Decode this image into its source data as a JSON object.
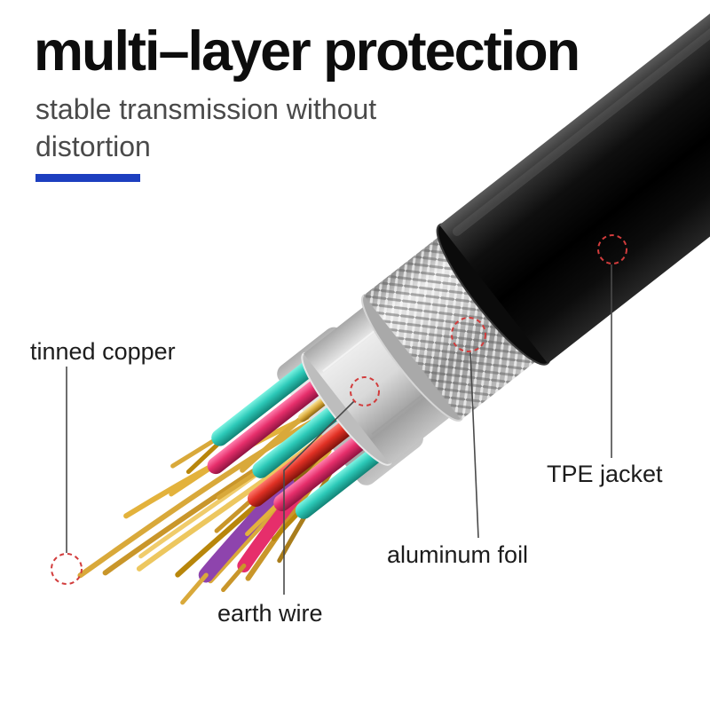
{
  "header": {
    "title": "multi–layer protection",
    "subtitle": "stable transmission without distortion",
    "accent_color": "#1d3fbf"
  },
  "callouts": {
    "tinned_copper": "tinned copper",
    "tpe_jacket": "TPE jacket",
    "aluminum_foil": "aluminum foil",
    "earth_wire": "earth wire",
    "highlight_color": "#d23c3c",
    "line_color": "#4a4a4a"
  },
  "illustration": {
    "layers": [
      {
        "name": "tpe-jacket",
        "color": "#0a0a0a"
      },
      {
        "name": "braided-shield",
        "color": "#bfbfbf"
      },
      {
        "name": "aluminum-foil",
        "color": "#d8d8d8"
      },
      {
        "name": "earth-wire",
        "color": "#d9a93a"
      },
      {
        "name": "tinned-copper-strands",
        "color": "#d2a12f"
      },
      {
        "name": "insulated-wire-cyan",
        "color": "#2cc9b8"
      },
      {
        "name": "insulated-wire-pink",
        "color": "#e62e6b"
      },
      {
        "name": "insulated-wire-red",
        "color": "#e03024"
      },
      {
        "name": "insulated-wire-purple",
        "color": "#8e44ad"
      }
    ]
  }
}
